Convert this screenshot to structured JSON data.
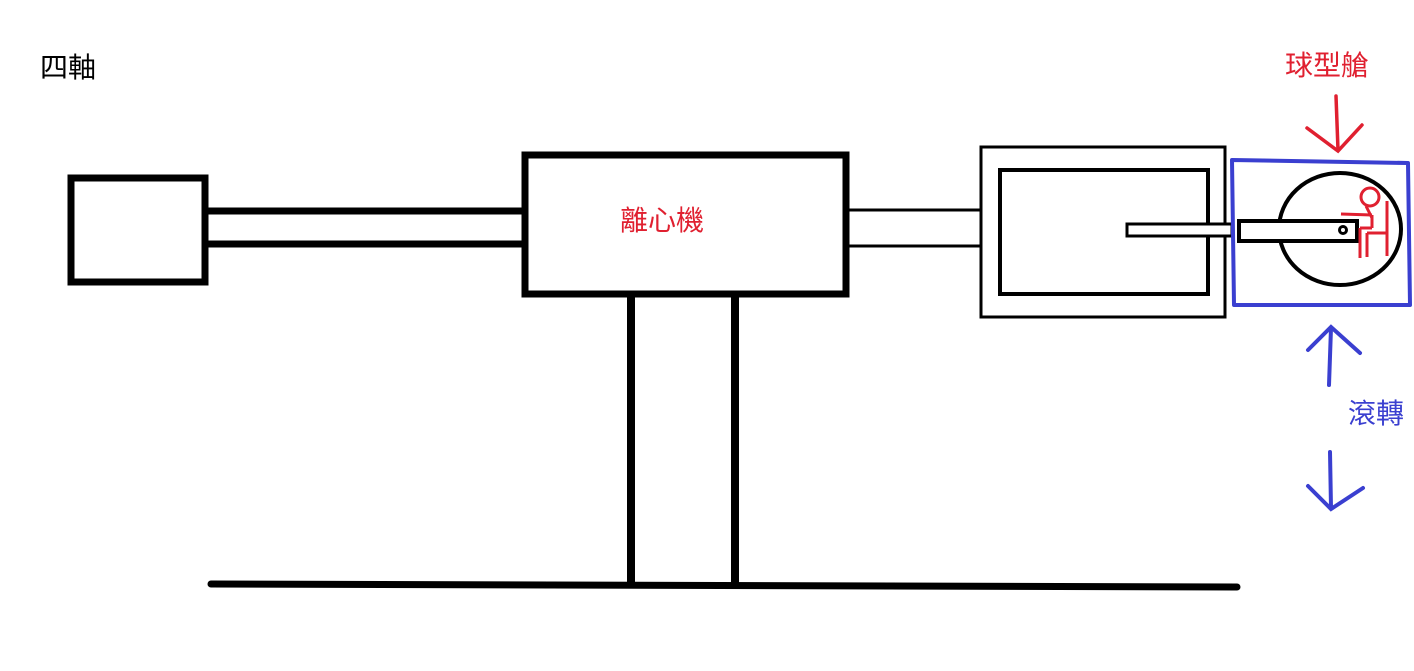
{
  "labels": {
    "title": "四軸",
    "centrifuge": "離心機",
    "spherical_cabin": "球型艙",
    "roll": "滾轉"
  },
  "colors": {
    "line": "#000000",
    "red": "#e02030",
    "blue": "#3a3fd0"
  }
}
